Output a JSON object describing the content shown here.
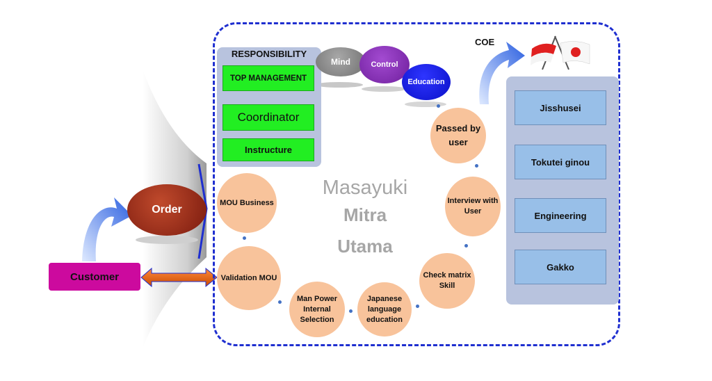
{
  "responsibility": {
    "title": "RESPONSIBILITY",
    "items": [
      "TOP MANAGEMENT",
      "Coordinator",
      "Instructure"
    ]
  },
  "pillars": [
    "Mind",
    "Control",
    "Education"
  ],
  "center_title": [
    "Masayuki",
    "Mitra",
    "Utama"
  ],
  "steps": [
    "MOU Business",
    "Validation MOU",
    "Man Power Internal Selection",
    "Japanese language education",
    "Check matrix Skill",
    "Interview with User",
    "Passed by user"
  ],
  "coe": {
    "label": "COE",
    "programs": [
      "Jisshusei",
      "Tokutei ginou",
      "Engineering",
      "Gakko"
    ]
  },
  "customer": "Customer",
  "order": "Order",
  "colors": {
    "frame": "#1f2fd0",
    "green": "#22ee22",
    "peach": "#f8c39b",
    "blue_box": "#98bfe8",
    "customer": "#cc0a9e",
    "order": "#a0301c"
  }
}
